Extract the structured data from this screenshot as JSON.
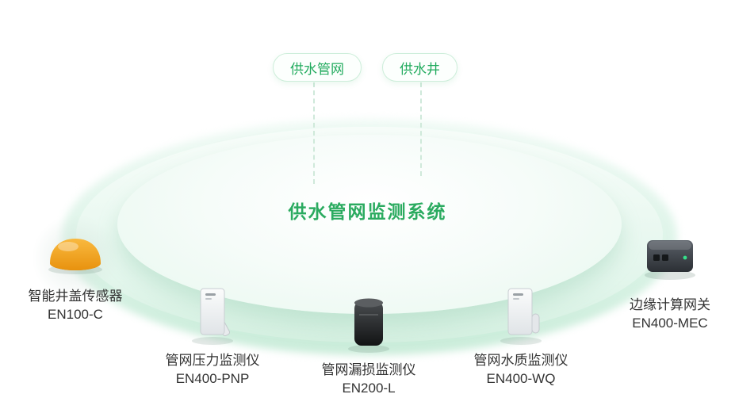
{
  "title": "供水管网监测系统",
  "tags": [
    {
      "label": "供水管网"
    },
    {
      "label": "供水井"
    }
  ],
  "devices": [
    {
      "name": "智能井盖传感器",
      "model": "EN100-C",
      "icon": "manhole-sensor-icon"
    },
    {
      "name": "管网压力监测仪",
      "model": "EN400-PNP",
      "icon": "pressure-monitor-icon"
    },
    {
      "name": "管网漏损监测仪",
      "model": "EN200-L",
      "icon": "leak-monitor-icon"
    },
    {
      "name": "管网水质监测仪",
      "model": "EN400-WQ",
      "icon": "water-quality-monitor-icon"
    },
    {
      "name": "边缘计算网关",
      "model": "EN400-MEC",
      "icon": "edge-gateway-icon"
    }
  ],
  "colors": {
    "accent_green": "#2bab60",
    "tag_border": "#cdeeda",
    "platter_mint": "#d8f2e4",
    "label_text": "#333333",
    "sensor_orange": "#f0a01d",
    "device_dark": "#1c1e20"
  }
}
